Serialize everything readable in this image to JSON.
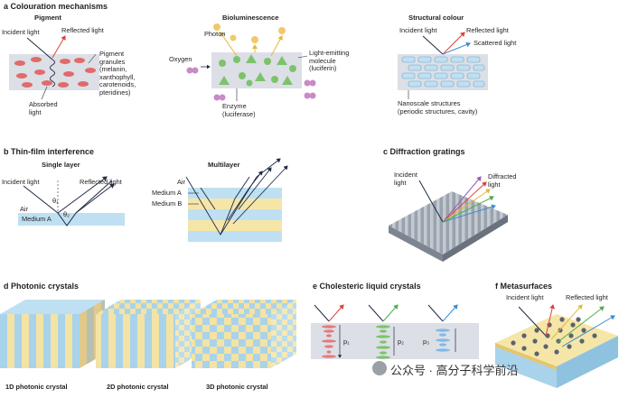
{
  "panels": {
    "a": {
      "letter": "a",
      "title": "Colouration mechanisms",
      "pigment": {
        "title": "Pigment",
        "incident": "Incident light",
        "reflected": "Reflected light",
        "granules": "Pigment\ngranules\n(melanin,\nxanthophyll,\ncarotenoids,\npteridines)",
        "absorbed": "Absorbed\nlight"
      },
      "bio": {
        "title": "Bioluminescence",
        "photon": "Photon",
        "oxygen": "Oxygen",
        "molecule": "Light-emitting\nmolecule\n(luciferin)",
        "enzyme": "Enzyme\n(luciferase)"
      },
      "structural": {
        "title": "Structural colour",
        "incident": "Incident light",
        "reflected": "Reflected light",
        "scattered": "Scattered light",
        "nano": "Nanoscale structures\n(periodic structures, cavity)"
      }
    },
    "b": {
      "letter": "b",
      "title": "Thin-film interference",
      "single": {
        "title": "Single layer",
        "incident": "Incident light",
        "reflected": "Reflected light",
        "air": "Air",
        "medium": "Medium A",
        "theta1": "θ₁",
        "theta2": "θ₂"
      },
      "multi": {
        "title": "Multilayer",
        "air": "Air",
        "mediumA": "Medium A",
        "mediumB": "Medium B"
      }
    },
    "c": {
      "letter": "c",
      "title": "Diffraction gratings",
      "incident": "Incident\nlight",
      "diffracted": "Diffracted\nlight"
    },
    "d": {
      "letter": "d",
      "title": "Photonic crystals",
      "cap1": "1D photonic crystal",
      "cap2": "2D photonic crystal",
      "cap3": "3D photonic crystal"
    },
    "e": {
      "letter": "e",
      "title": "Cholesteric liquid crystals",
      "p1": "p₁",
      "p2": "p₂",
      "p3": "p₃"
    },
    "f": {
      "letter": "f",
      "title": "Metasurfaces",
      "incident": "Incident light",
      "reflected": "Reflected light"
    }
  },
  "watermark": "公众号 · 高分子科学前沿",
  "colors": {
    "blue": "#bfe0f2",
    "yellow": "#f5e6a8",
    "red": "#e0585a",
    "green": "#6cbf5a",
    "purple": "#c27bbf",
    "dark": "#1f2a44"
  }
}
